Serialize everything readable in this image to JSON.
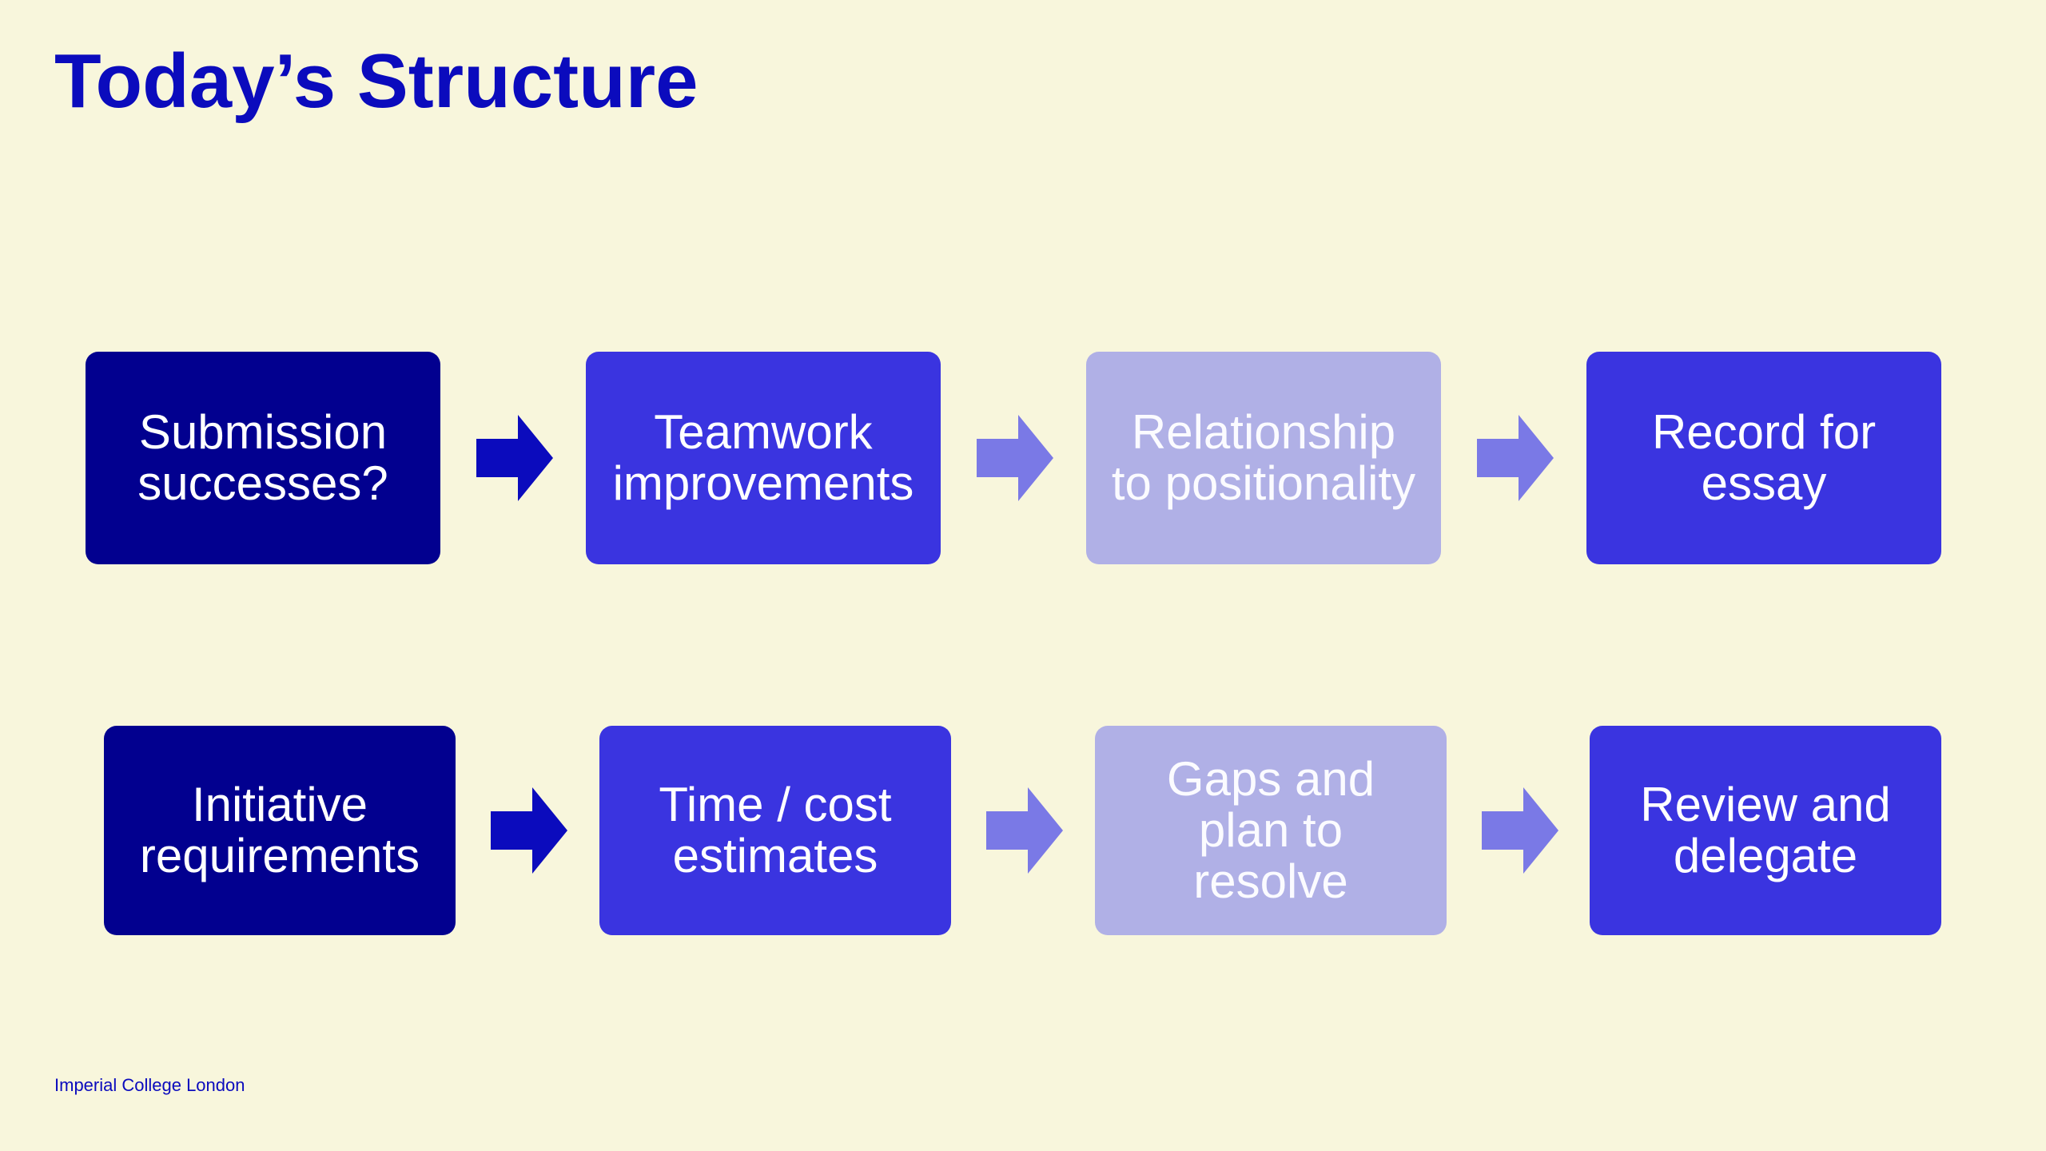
{
  "slide": {
    "title": "Today’s Structure",
    "footer": "Imperial College London"
  },
  "colors": {
    "background": "#f8f6dc",
    "title": "#0b0bbd",
    "step_dark": "#02008f",
    "step_mid": "#3a34e0",
    "step_light": "#b0b0e6",
    "arrow_dark": "#0b0bbd",
    "arrow_light": "#7a79e6"
  },
  "rows": [
    {
      "steps": [
        {
          "label": "Submission\nsuccesses?",
          "style": "dark"
        },
        {
          "label": "Teamwork\nimprovements",
          "style": "mid"
        },
        {
          "label": "Relationship\nto positionality",
          "style": "light"
        },
        {
          "label": "Record for\nessay",
          "style": "mid"
        }
      ],
      "arrows": [
        "dark",
        "light",
        "light"
      ]
    },
    {
      "steps": [
        {
          "label": "Initiative\nrequirements",
          "style": "dark"
        },
        {
          "label": "Time / cost\nestimates",
          "style": "mid"
        },
        {
          "label": "Gaps and\nplan to\nresolve",
          "style": "light"
        },
        {
          "label": "Review and\ndelegate",
          "style": "mid"
        }
      ],
      "arrows": [
        "dark",
        "light",
        "light"
      ]
    }
  ]
}
